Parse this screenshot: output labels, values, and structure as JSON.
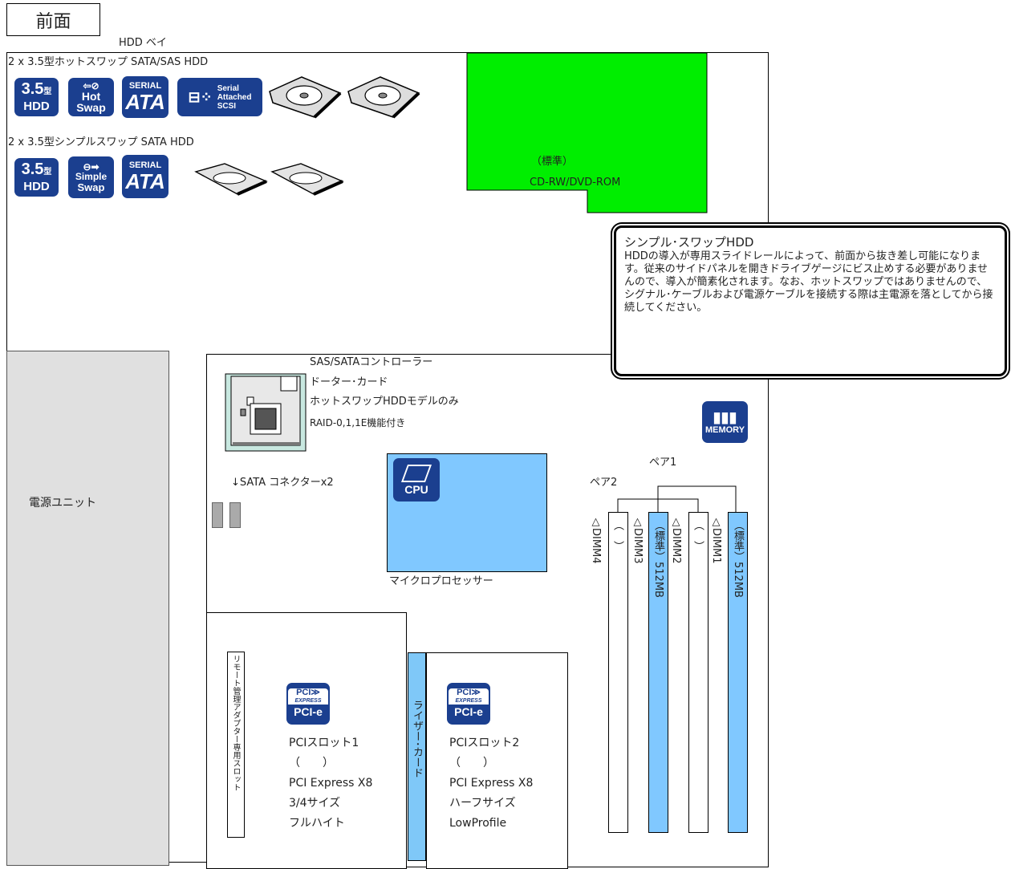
{
  "header": {
    "front": "前面",
    "hdd_bay": "HDD ベイ"
  },
  "hdd": {
    "hot_title": "2 x 3.5型ホットスワップ SATA/SAS HDD",
    "simple_title": "2 x 3.5型シンプルスワップ SATA HDD"
  },
  "badges": {
    "size": "3.5",
    "size_sub": "型",
    "hdd": "HDD",
    "hot": "Hot",
    "swap": "Swap",
    "simple": "Simple",
    "serial": "SERIAL",
    "ata": "ATA",
    "sas_lines": [
      "Serial",
      "Attached",
      "SCSI"
    ],
    "cpu": "CPU",
    "memory": "MEMORY",
    "pci": "PCI",
    "express": "EXPRESS",
    "pcie": "PCI-e"
  },
  "optical": {
    "std": "（標準）",
    "name": "CD-RW/DVD-ROM"
  },
  "callout": {
    "title": "シンプル･スワップHDD",
    "body": "HDDの導入が専用スライドレールによって、前面から抜き差し可能になります。従来のサイドパネルを開きドライブゲージにビス止めする必要がありませんので、導入が簡素化されます。なお、ホットスワップではありませんので、シグナル･ケーブルおよび電源ケーブルを接続する際は主電源を落としてから接続してください。"
  },
  "controller": {
    "line1": "SAS/SATAコントローラー",
    "line2": "ドーター･カード",
    "line3": "ホットスワップHDDモデルのみ",
    "line4": "RAID-0,1,1E機能付き"
  },
  "sata": {
    "label": "↓SATA コネクターx2"
  },
  "psu": {
    "label": "電源ユニット"
  },
  "cpu": {
    "label": "マイクロプロセッサー"
  },
  "memory": {
    "pair1": "ペア1",
    "pair2": "ペア2",
    "dimm4": "△DIMM4",
    "dimm3": "△DIMM3",
    "dimm2": "△DIMM2",
    "dimm1": "△DIMM1",
    "empty": "（　）",
    "std": "（標準）512MB"
  },
  "pci": {
    "remote": "リモート管理アダプター専用スロット",
    "riser": "ライザー･カード",
    "slot1": {
      "name": "PCIスロット1",
      "paren": "（　　）",
      "type": "PCI Express X8",
      "size": "3/4サイズ",
      "height": "フルハイト"
    },
    "slot2": {
      "name": "PCIスロット2",
      "paren": "（　　）",
      "type": "PCI Express X8",
      "size": "ハーフサイズ",
      "height": "LowProfile"
    }
  },
  "colors": {
    "optical": "#00ee00",
    "blue": "#80c8ff",
    "badge": "#1b3f8f",
    "psu": "#e0e0e0"
  }
}
